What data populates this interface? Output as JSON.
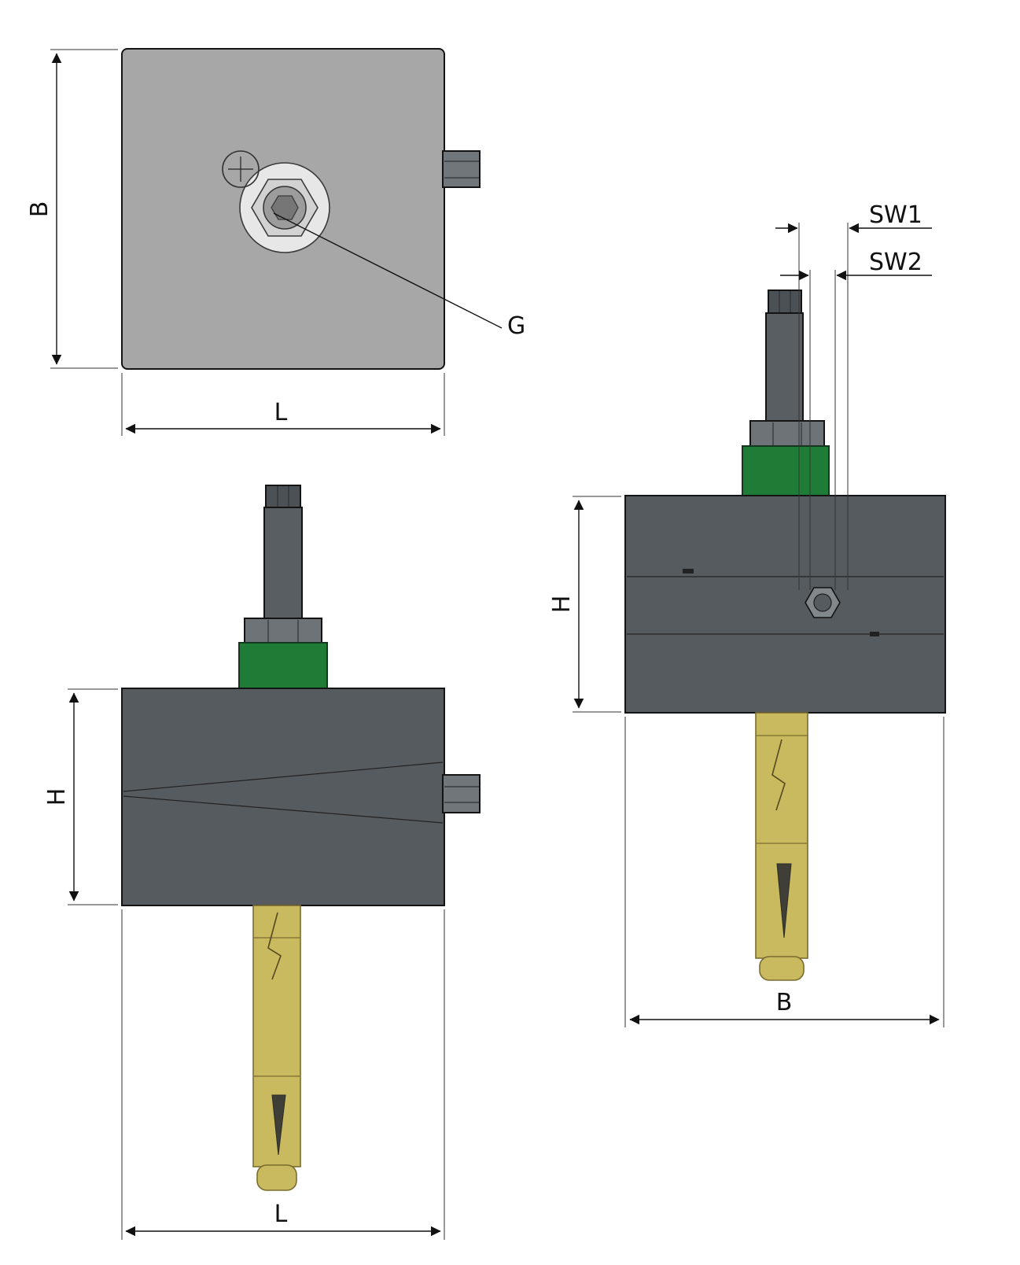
{
  "colors": {
    "background": "#ffffff",
    "plate_gray": "#a7a7a7",
    "plug_gray": "#71767b",
    "washer_light": "#e7e7e7",
    "nut_light": "#d2d2d2",
    "socket_gray": "#9c9c9c",
    "recess_gray": "#767676",
    "block_gray": "#565b60",
    "stem_gray": "#595e63",
    "stem_dark": "#4c5155",
    "nut_gray": "#6e7378",
    "face_nut_gray": "#82878c",
    "green": "#1f7c36",
    "brass": "#c9b95f",
    "brass_dark": "#7a6c30",
    "wedge_dark": "#3f3f38"
  },
  "views": {
    "top": {
      "dim_width_label": "B",
      "dim_length_label": "L",
      "thread_label": "G"
    },
    "front": {
      "dim_height_label": "H",
      "dim_length_label": "L"
    },
    "side": {
      "dim_height_label": "H",
      "dim_width_label": "B",
      "sw1_label": "SW1",
      "sw2_label": "SW2"
    }
  }
}
